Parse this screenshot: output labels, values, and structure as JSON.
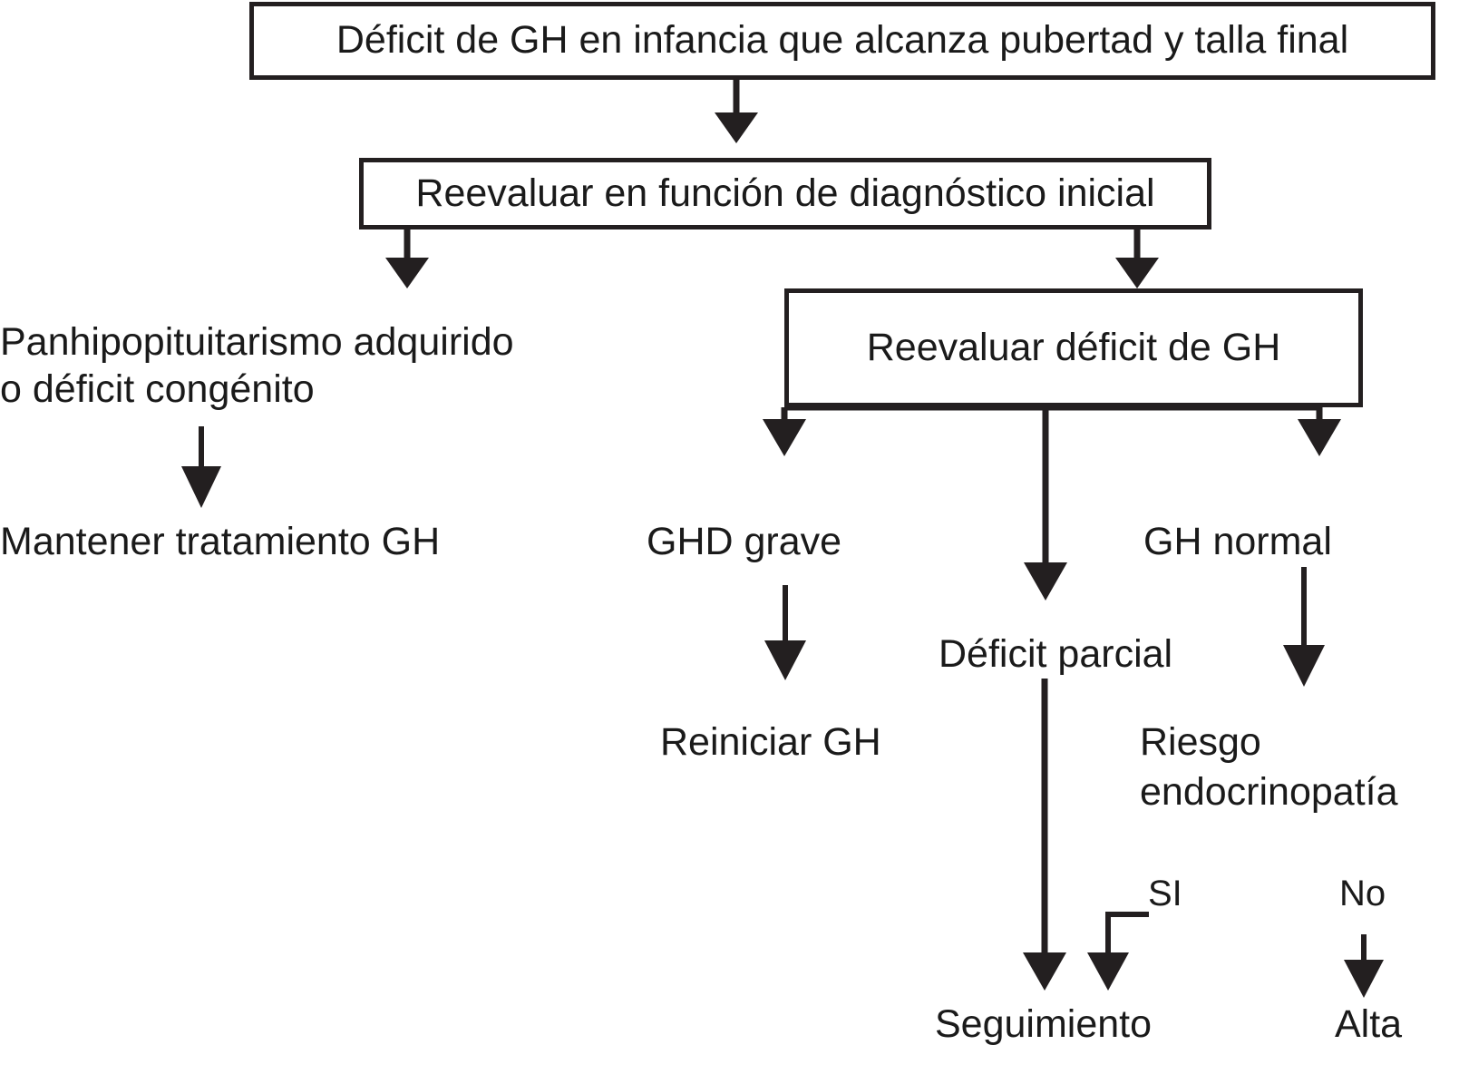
{
  "diagram": {
    "title_node": "Déficit de GH en infancia que alcanza pubertad y talla final",
    "colors": {
      "stroke": "#231f20",
      "text": "#1a1a1a",
      "background": "#ffffff"
    },
    "boxes": [
      {
        "id": "box-top",
        "label": "Déficit de GH en infancia que alcanza pubertad y talla final"
      },
      {
        "id": "box-reevaluar-diagnostico",
        "label": "Reevaluar en función de diagnóstico inicial"
      },
      {
        "id": "box-reevaluar-deficit",
        "label": "Reevaluar déficit de GH"
      }
    ],
    "labels": [
      {
        "id": "panhipopituitarismo",
        "line1": "Panhipopituitarismo adquirido",
        "line2": "o déficit congénito"
      },
      {
        "id": "mantener-tratamiento",
        "text": "Mantener tratamiento GH"
      },
      {
        "id": "ghd-grave",
        "text": "GHD grave"
      },
      {
        "id": "reiniciar-gh",
        "text": "Reiniciar GH"
      },
      {
        "id": "deficit-parcial",
        "text": "Déficit parcial"
      },
      {
        "id": "gh-normal",
        "text": "GH normal"
      },
      {
        "id": "riesgo-endocrinopatia-l1",
        "text": "Riesgo"
      },
      {
        "id": "riesgo-endocrinopatia-l2",
        "text": "endocrinopatía"
      },
      {
        "id": "si",
        "text": "SI"
      },
      {
        "id": "no",
        "text": "No"
      },
      {
        "id": "seguimiento",
        "text": "Seguimiento"
      },
      {
        "id": "alta",
        "text": "Alta"
      }
    ],
    "edge_labels": {
      "yes": "SI",
      "no": "No"
    }
  }
}
